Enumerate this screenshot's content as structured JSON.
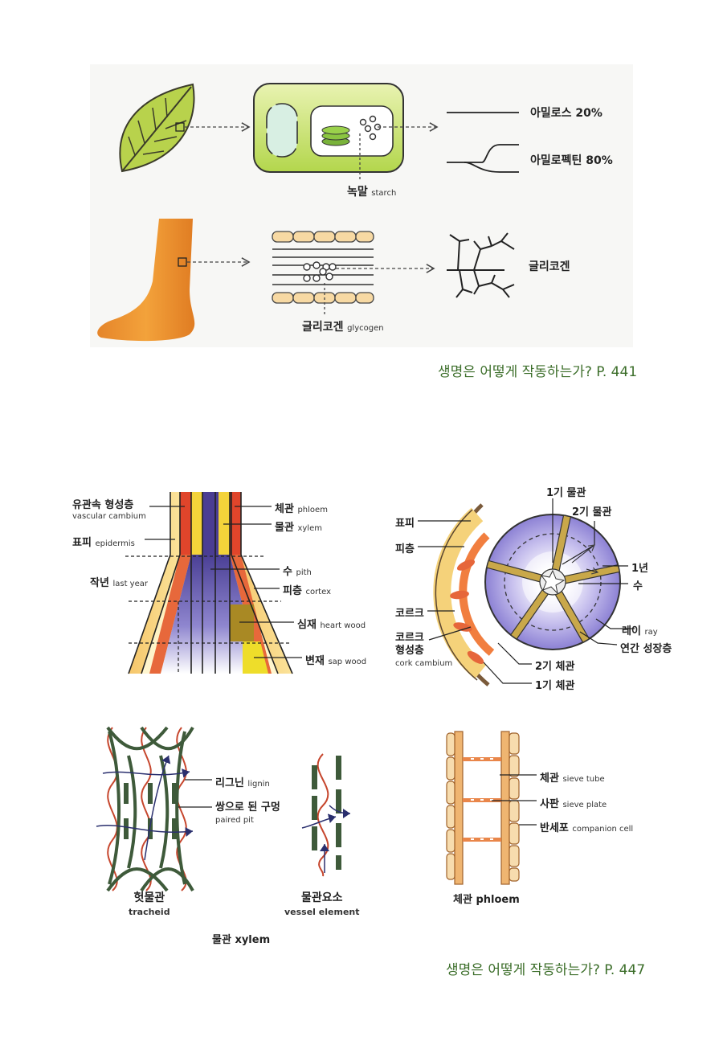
{
  "top": {
    "amylose": "아밀로스 20%",
    "amylopectin": "아밀로펙틴 80%",
    "starch_ko": "녹말",
    "starch_en": "starch",
    "glycogen_right": "글리코겐",
    "glycogen_ko": "글리코겐",
    "glycogen_en": "glycogen",
    "caption": "생명은 어떻게 작동하는가? P. 441"
  },
  "stem": {
    "vascular_cambium_ko": "유관속 형성층",
    "vascular_cambium_en": "vascular cambium",
    "epidermis_ko": "표피",
    "epidermis_en": "epidermis",
    "last_year_ko": "작년",
    "last_year_en": "last year",
    "phloem_ko": "체관",
    "phloem_en": "phloem",
    "xylem_ko": "물관",
    "xylem_en": "xylem",
    "pith_ko": "수",
    "pith_en": "pith",
    "cortex_ko": "피층",
    "cortex_en": "cortex",
    "heartwood_ko": "심재",
    "heartwood_en": "heart wood",
    "sapwood_ko": "변재",
    "sapwood_en": "sap wood"
  },
  "section": {
    "primary_xylem": "1기 물관",
    "secondary_xylem": "2기 물관",
    "epidermis": "표피",
    "cortex": "피층",
    "one_year": "1년",
    "pith": "수",
    "cork": "코르크",
    "cork_cambium_ko": "코르크\n형성층",
    "cork_cambium_ko1": "코르크",
    "cork_cambium_ko2": "형성층",
    "cork_cambium_en": "cork cambium",
    "ray_ko": "레이",
    "ray_en": "ray",
    "annual_ring": "연간 성장층",
    "secondary_phloem": "2기 체관",
    "primary_phloem": "1기 체관"
  },
  "cells": {
    "lignin_ko": "리그닌",
    "lignin_en": "lignin",
    "paired_pit_ko": "쌍으로 된 구멍",
    "paired_pit_en": "paired pit",
    "tracheid_ko": "헛물관",
    "tracheid_en": "tracheid",
    "vessel_ko": "물관요소",
    "vessel_en": "vessel element",
    "xylem_label": "물관 xylem",
    "sieve_tube_ko": "체관",
    "sieve_tube_en": "sieve tube",
    "sieve_plate_ko": "사판",
    "sieve_plate_en": "sieve plate",
    "companion_ko": "반세포",
    "companion_en": "companion cell",
    "phloem_label": "체관 phloem",
    "caption": "생명은 어떻게 작동하는가? P. 447"
  },
  "colors": {
    "caption_green": "#3c6e2a",
    "leaf": "#b4cf4a",
    "foot": "#e98a2a",
    "phloem_red": "#e0452b",
    "xylem_purple": "#5a4fa0",
    "cross_lavender": "#a9a0df",
    "sieve_orange": "#e9a55b"
  },
  "icons": [
    "leaf-icon",
    "chloroplast-cell-icon",
    "foot-icon",
    "muscle-fiber-icon",
    "glycogen-branch-icon"
  ]
}
